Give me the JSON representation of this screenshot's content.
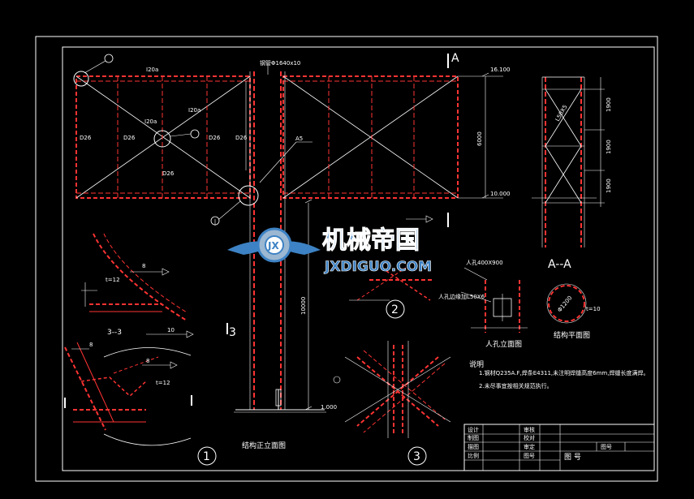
{
  "drawing": {
    "elevation_title": "结构正立面图",
    "plan_title": "结构平面图",
    "manhole_title": "人孔立面图",
    "section_label": "A--A",
    "section_3_label": "3--3",
    "section_cut_mark": "3",
    "section_cut_mark_a": "A"
  },
  "detail_markers": [
    "1",
    "2",
    "3"
  ],
  "dimensions": {
    "top_elev": "16.100",
    "bottom_elev": "10.000",
    "ground_elev": "1.000",
    "height_6000": "6000",
    "height_10000": "10000",
    "side_1900_a": "1900",
    "side_1900_b": "1900",
    "side_1900_c": "1900"
  },
  "members": {
    "i20a_top": "I20a",
    "i20a_mid": "I20a",
    "i20a_diag": "I20a",
    "d26_1": "D26",
    "d26_2": "D26",
    "d26_3": "D26",
    "d26_4": "D26",
    "d26_5": "D26",
    "l50x5": "L50X5",
    "t12_a": "t=12",
    "t12_b": "t=12",
    "t10": "t=10",
    "d1200": "Φ1200",
    "dim_8_a": "8",
    "dim_8_b": "8",
    "dim_10": "10",
    "dim_8_c": "8",
    "top_pipe_note": "钢管Φ1640x10",
    "manhole_size": "人孔400X900",
    "manhole_note": "人孔边缘加L50X6",
    "a5": "A5"
  },
  "notes": {
    "heading": "说明",
    "note1": "1.钢材Q235A.F,焊条E4311,未注明焊缝高度6mm,焊缝长度满焊。",
    "note2": "2.未尽事宜按相关规范执行。"
  },
  "title_block": {
    "row1_left": "设计",
    "row1_mid": "审核",
    "row2_left": "制图",
    "row2_mid": "校对",
    "row3_left": "描图",
    "row3_mid": "审定",
    "row4_left": "比例",
    "row4_mid": "图号",
    "project": "图号",
    "sheet": "图 号"
  },
  "watermark": {
    "cn": "机械帝国",
    "en": "JXDIGUO.COM"
  },
  "colors": {
    "background": "#000000",
    "frame": "#ffffff",
    "steel": "#ff3333",
    "annotation": "#ffffff",
    "watermark_blue": "#3d82c4"
  }
}
